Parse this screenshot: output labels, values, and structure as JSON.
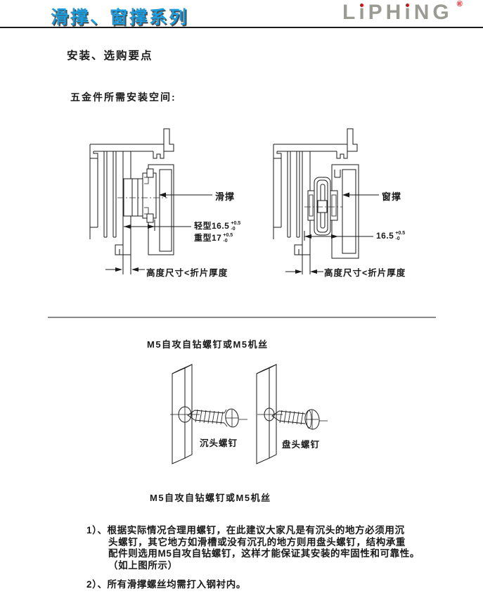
{
  "header": {
    "title": "滑撑、窗撑系列",
    "title_color": "#1B9CDE",
    "logo": {
      "text": "LiPHiNG",
      "segments": [
        "L",
        "ı",
        "PH",
        "ı",
        "NG"
      ],
      "registered": "®",
      "color": "#9B9B93",
      "dot_color": "#C41414"
    }
  },
  "sections": {
    "install_heading": "安装、选购要点",
    "space_heading": "五金件所需安装空间:"
  },
  "diagram_left": {
    "part_label": "滑撑",
    "dim_light_prefix": "轻型16.5",
    "dim_light_tol_up": "+0.5",
    "dim_light_tol_dn": "-0",
    "dim_heavy_prefix": "重型17",
    "dim_heavy_tol_up": "+0.5",
    "dim_heavy_tol_dn": "-0",
    "bottom_note": "高度尺寸<折片厚度"
  },
  "diagram_right": {
    "part_label": "窗撑",
    "dim_prefix": "16.5",
    "dim_tol_up": "+0.5",
    "dim_tol_dn": "-0",
    "bottom_note": "高度尺寸<折片厚度"
  },
  "screws": {
    "heading_top": "M5自攻自钻螺钉或M5机丝",
    "countersunk_label": "沉头螺钉",
    "pan_label": "盘头螺钉",
    "heading_bottom": "M5自攻自钻螺钉或M5机丝"
  },
  "notes": {
    "note1_lines": [
      "1）、根据实际情况合理用螺钉，在此建议大家凡是有沉头的地方必须用沉",
      "头螺钉，其它地方如滑槽或没有沉孔的地方则用盘头螺钉，结构承重",
      "配件则选用M5自攻自钻螺钉，这样才能保证其安装的牢固性和可靠性。",
      "（如上图所示）"
    ],
    "note2": "2）、所有滑撑螺丝均需打入钢衬内。"
  }
}
